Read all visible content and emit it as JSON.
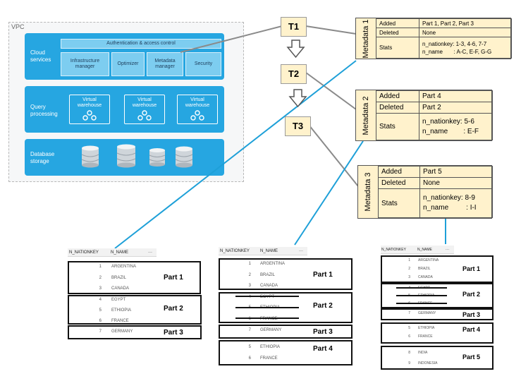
{
  "vpc": {
    "label": "VPC",
    "cloud_services": {
      "label_line1": "Cloud",
      "label_line2": "services",
      "auth": "Authentication & access control",
      "infra_line1": "Infrastructure",
      "infra_line2": "manager",
      "optimizer": "Optimizer",
      "metadata_line1": "Metadata",
      "metadata_line2": "manager",
      "security": "Security"
    },
    "query_processing": {
      "label_line1": "Query",
      "label_line2": "processing",
      "warehouse_line1": "Virtual",
      "warehouse_line2": "warehouse"
    },
    "database_storage": {
      "label_line1": "Database",
      "label_line2": "storage"
    }
  },
  "timeline": {
    "t1": "T1",
    "t2": "T2",
    "t3": "T3"
  },
  "metadata": [
    {
      "title": "Metadata 1",
      "added_label": "Added",
      "added": "Part 1, Part 2, Part 3",
      "deleted_label": "Deleted",
      "deleted": "None",
      "stats_label": "Stats",
      "stats_line1": "n_nationkey: 1-3, 4-6, 7-7",
      "stats_line2": "n_name       : A-C, E-F, G-G"
    },
    {
      "title": "Metadata 2",
      "added_label": "Added",
      "added": "Part 4",
      "deleted_label": "Deleted",
      "deleted": "Part 2",
      "stats_label": "Stats",
      "stats_line1": "n_nationkey: 5-6",
      "stats_line2": "n_name        : E-F"
    },
    {
      "title": "Metadata 3",
      "added_label": "Added",
      "added": "Part 5",
      "deleted_label": "Deleted",
      "deleted": "None",
      "stats_label": "Stats",
      "stats_line1": "n_nationkey: 8-9",
      "stats_line2": "n_name         : I-I"
    }
  ],
  "tables": {
    "col_key": "N_NATIONKEY",
    "col_name": "N_NAME",
    "col_more": "···",
    "t1_rows": [
      {
        "k": "1",
        "n": "ARGENTINA"
      },
      {
        "k": "2",
        "n": "BRAZIL"
      },
      {
        "k": "3",
        "n": "CANADA"
      },
      {
        "k": "4",
        "n": "EGYPT"
      },
      {
        "k": "5",
        "n": "ETHIOPIA"
      },
      {
        "k": "6",
        "n": "FRANCE"
      },
      {
        "k": "7",
        "n": "GERMANY"
      }
    ],
    "t2_rows": [
      {
        "k": "1",
        "n": "ARGENTINA"
      },
      {
        "k": "2",
        "n": "BRAZIL"
      },
      {
        "k": "3",
        "n": "CANADA"
      },
      {
        "k": "4",
        "n": "EGYPT"
      },
      {
        "k": "5",
        "n": "ETHIOPIA"
      },
      {
        "k": "6",
        "n": "FRANCE"
      },
      {
        "k": "7",
        "n": "GERMANY"
      },
      {
        "k": "5",
        "n": "ETHIOPIA"
      },
      {
        "k": "6",
        "n": "FRANCE"
      }
    ],
    "t3_rows": [
      {
        "k": "1",
        "n": "ARGENTINA"
      },
      {
        "k": "2",
        "n": "BRAZIL"
      },
      {
        "k": "3",
        "n": "CANADA"
      },
      {
        "k": "4",
        "n": "EGYPT"
      },
      {
        "k": "5",
        "n": "ETHIOPIA"
      },
      {
        "k": "6",
        "n": "FRANCE"
      },
      {
        "k": "7",
        "n": "GERMANY"
      },
      {
        "k": "5",
        "n": "ETHIOPIA"
      },
      {
        "k": "6",
        "n": "FRANCE"
      },
      {
        "k": "8",
        "n": "INDIA"
      },
      {
        "k": "9",
        "n": "INDONESIA"
      }
    ],
    "part1": "Part 1",
    "part2": "Part 2",
    "part3": "Part 3",
    "part4": "Part 4",
    "part5": "Part 5"
  }
}
